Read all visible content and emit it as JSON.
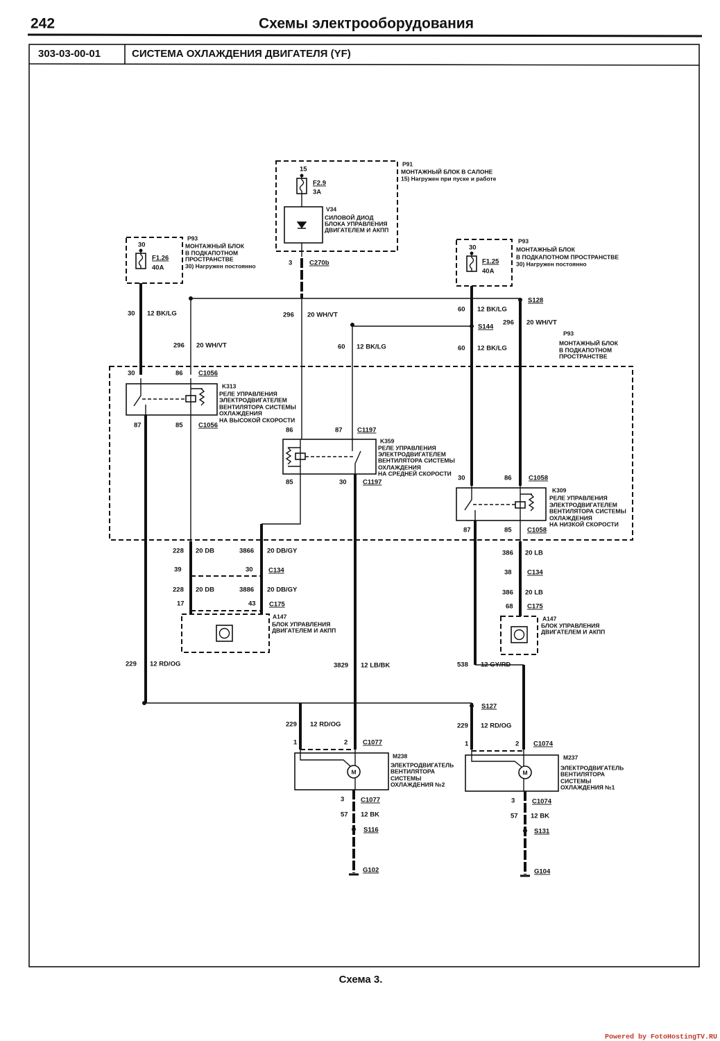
{
  "header": {
    "page_number": "242",
    "title": "Схемы электрооборудования"
  },
  "section": {
    "code": "303-03-00-01",
    "title": "СИСТЕМА ОХЛАЖДЕНИЯ ДВИГАТЕЛЯ (YF)"
  },
  "footer": {
    "caption": "Схема 3.",
    "watermark": "Powered by FotoHostingTV.RU"
  },
  "p91": {
    "id": "P91",
    "lines": [
      "МОНТАЖНЫЙ БЛОК В САЛОНЕ",
      "15) Нагружен при пуске и работе"
    ],
    "pin": "15",
    "fuse": "F2.9",
    "amps": "3A"
  },
  "v34": {
    "id": "V34",
    "lines": [
      "СИЛОВОЙ ДИОД",
      "БЛОКА УПРАВЛЕНИЯ",
      "ДВИГАТЕЛЕМ И АКПП"
    ]
  },
  "c270b": {
    "pin": "3",
    "id": "C270b"
  },
  "p93_left": {
    "id": "P93",
    "lines": [
      "МОНТАЖНЫЙ БЛОК",
      "В ПОДКАПОТНОМ",
      "ПРОСТРАНСТВЕ",
      "30) Нагружен постоянно"
    ],
    "pin": "30",
    "fuse": "F1.26",
    "amps": "40A"
  },
  "p93_right": {
    "id": "P93",
    "lines": [
      "МОНТАЖНЫЙ БЛОК",
      "В ПОДКАПОТНОМ ПРОСТРАНСТВЕ",
      "30) Нагружен постоянно"
    ],
    "pin": "30",
    "fuse": "F1.25",
    "amps": "40A"
  },
  "p93_mid": {
    "id": "P93",
    "lines": [
      "МОНТАЖНЫЙ БЛОК",
      "В ПОДКАПОТНОМ",
      "ПРОСТРАНСТВЕ"
    ]
  },
  "wires": {
    "w30": {
      "circuit": "30",
      "spec": "12 BK/LG"
    },
    "w296a": {
      "circuit": "296",
      "spec": "20 WH/VT"
    },
    "w296b": {
      "circuit": "296",
      "spec": "20 WH/VT"
    },
    "w296c": {
      "circuit": "296",
      "spec": "20 WH/VT"
    },
    "w60a": {
      "circuit": "60",
      "spec": "12 BK/LG"
    },
    "w60b": {
      "circuit": "60",
      "spec": "12 BK/LG"
    },
    "w60c": {
      "circuit": "60",
      "spec": "12 BK/LG"
    },
    "w228a": {
      "circuit": "228",
      "spec": "20 DB"
    },
    "w228b": {
      "circuit": "228",
      "spec": "20 DB"
    },
    "w3866a": {
      "circuit": "3866",
      "spec": "20 DB/GY"
    },
    "w3866b": {
      "circuit": "3886",
      "spec": "20 DB/GY"
    },
    "w386a": {
      "circuit": "386",
      "spec": "20 LB"
    },
    "w386b": {
      "circuit": "386",
      "spec": "20 LB"
    },
    "w229": {
      "circuit": "229",
      "spec": "12 RD/OG"
    },
    "w229m2": {
      "circuit": "229",
      "spec": "12 RD/OG"
    },
    "w229m1": {
      "circuit": "229",
      "spec": "12 RD/OG"
    },
    "w3829": {
      "circuit": "3829",
      "spec": "12 LB/BK"
    },
    "w538": {
      "circuit": "538",
      "spec": "12 GY/RD"
    },
    "w57a": {
      "circuit": "57",
      "spec": "12 BK"
    },
    "w57b": {
      "circuit": "57",
      "spec": "12 BK"
    }
  },
  "splices": {
    "s128": "S128",
    "s144": "S144",
    "s127": "S127",
    "s116": "S116",
    "s131": "S131"
  },
  "grounds": {
    "g102": "G102",
    "g104": "G104"
  },
  "k313": {
    "id": "K313",
    "lines": [
      "РЕЛЕ УПРАВЛЕНИЯ",
      "ЭЛЕКТРОДВИГАТЕЛЕМ",
      "ВЕНТИЛЯТОРА СИСТЕМЫ",
      "ОХЛАЖДЕНИЯ",
      "НА ВЫСОКОЙ СКОРОСТИ"
    ],
    "pins": [
      "30",
      "86",
      "87",
      "85"
    ],
    "connector": "C1056"
  },
  "k359": {
    "id": "K359",
    "lines": [
      "РЕЛЕ УПРАВЛЕНИЯ",
      "ЭЛЕКТРОДВИГАТЕЛЕМ",
      "ВЕНТИЛЯТОРА СИСТЕМЫ",
      "ОХЛАЖДЕНИЯ",
      "НА СРЕДНЕЙ СКОРОСТИ"
    ],
    "pins": [
      "86",
      "87",
      "85",
      "30"
    ],
    "connector": "C1197"
  },
  "k309": {
    "id": "K309",
    "lines": [
      "РЕЛЕ УПРАВЛЕНИЯ",
      "ЭЛЕКТРОДВИГАТЕЛЕМ",
      "ВЕНТИЛЯТОРА СИСТЕМЫ",
      "ОХЛАЖДЕНИЯ",
      "НА НИЗКОЙ СКОРОСТИ"
    ],
    "pins": [
      "30",
      "86",
      "87",
      "85"
    ],
    "connector": "C1058"
  },
  "a147_left": {
    "id": "A147",
    "lines": [
      "БЛОК УПРАВЛЕНИЯ",
      "ДВИГАТЕЛЕМ И АКПП"
    ],
    "c134_pins": [
      "39",
      "30"
    ],
    "c134": "C134",
    "c175_pins": [
      "17",
      "43"
    ],
    "c175": "C175"
  },
  "a147_right": {
    "id": "A147",
    "lines": [
      "БЛОК УПРАВЛЕНИЯ",
      "ДВИГАТЕЛЕМ И АКПП"
    ],
    "c134_pin": "38",
    "c134": "C134",
    "c175_pin": "68",
    "c175": "C175"
  },
  "m238": {
    "id": "M238",
    "lines": [
      "ЭЛЕКТРОДВИГАТЕЛЬ",
      "ВЕНТИЛЯТОРА",
      "СИСТЕМЫ",
      "ОХЛАЖДЕНИЯ №2"
    ],
    "pins": [
      "1",
      "2",
      "3"
    ],
    "connector": "C1077",
    "symbol": "M"
  },
  "m237": {
    "id": "M237",
    "lines": [
      "ЭЛЕКТРОДВИГАТЕЛЬ",
      "ВЕНТИЛЯТОРА",
      "СИСТЕМЫ",
      "ОХЛАЖДЕНИЯ №1"
    ],
    "pins": [
      "1",
      "2",
      "3"
    ],
    "connector": "C1074",
    "symbol": "M"
  }
}
